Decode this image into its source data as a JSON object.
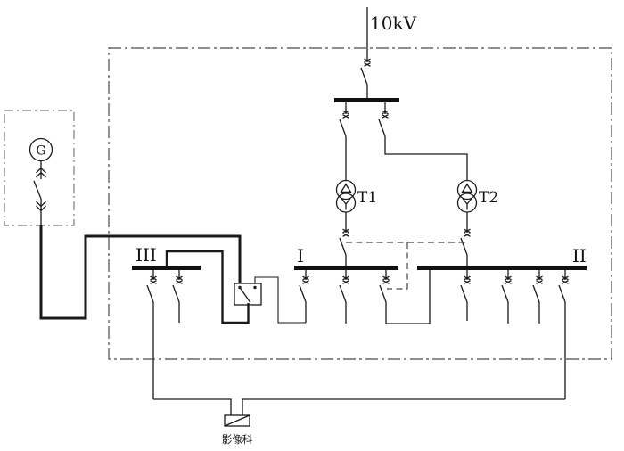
{
  "diagram": {
    "type": "electrical-single-line-diagram",
    "labels": {
      "incoming_voltage": "10kV",
      "transformer_1": "T1",
      "transformer_2": "T2",
      "bus_1": "I",
      "bus_2": "II",
      "bus_3": "III",
      "generator": "G",
      "load": "影像科"
    },
    "components": {
      "source": "10kV incoming line with disconnect switch to HV bus",
      "transformers": [
        "T1 delta-wye",
        "T2 delta-wye"
      ],
      "lv_buses": [
        "I",
        "II",
        "III"
      ],
      "tie": "dashed reserve tie between transformer secondaries and bus-tie switch",
      "changeover": "two-input transfer switch feeding bus III from generator G and bus I",
      "load_feed": "dual feed to 影像科 box from bus III and bus II"
    },
    "colors": {
      "background": "#ffffff",
      "ink": "#1a1a1a",
      "boundary_dashdot": "#4a4a4a",
      "generator_box_dashdot": "#7d7d7d",
      "reserve_tie_dash": "#454545"
    }
  }
}
